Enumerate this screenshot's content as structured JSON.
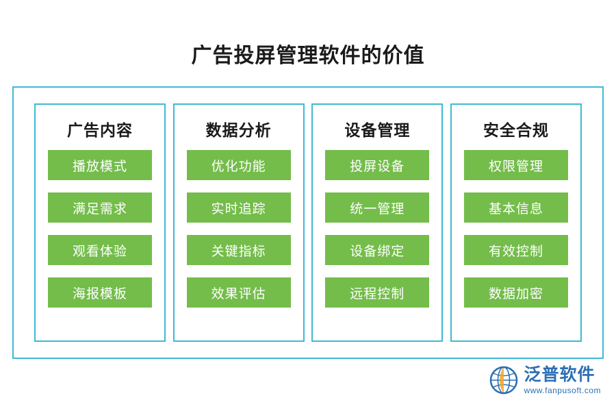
{
  "title": "广告投屏管理软件的价值",
  "theme": {
    "frame_border": "#3fb8d4",
    "item_bg": "#74bd4b",
    "item_text": "#ffffff",
    "title_text": "#1a1a1a",
    "logo_color": "#2c6fb5"
  },
  "columns": [
    {
      "heading": "广告内容",
      "items": [
        "播放模式",
        "满足需求",
        "观看体验",
        "海报模板"
      ]
    },
    {
      "heading": "数据分析",
      "items": [
        "优化功能",
        "实时追踪",
        "关键指标",
        "效果评估"
      ]
    },
    {
      "heading": "设备管理",
      "items": [
        "投屏设备",
        "统一管理",
        "设备绑定",
        "远程控制"
      ]
    },
    {
      "heading": "安全合规",
      "items": [
        "权限管理",
        "基本信息",
        "有效控制",
        "数据加密"
      ]
    }
  ],
  "logo": {
    "name": "泛普软件",
    "url": "www.fanpusoft.com",
    "icon": "globe-icon"
  }
}
